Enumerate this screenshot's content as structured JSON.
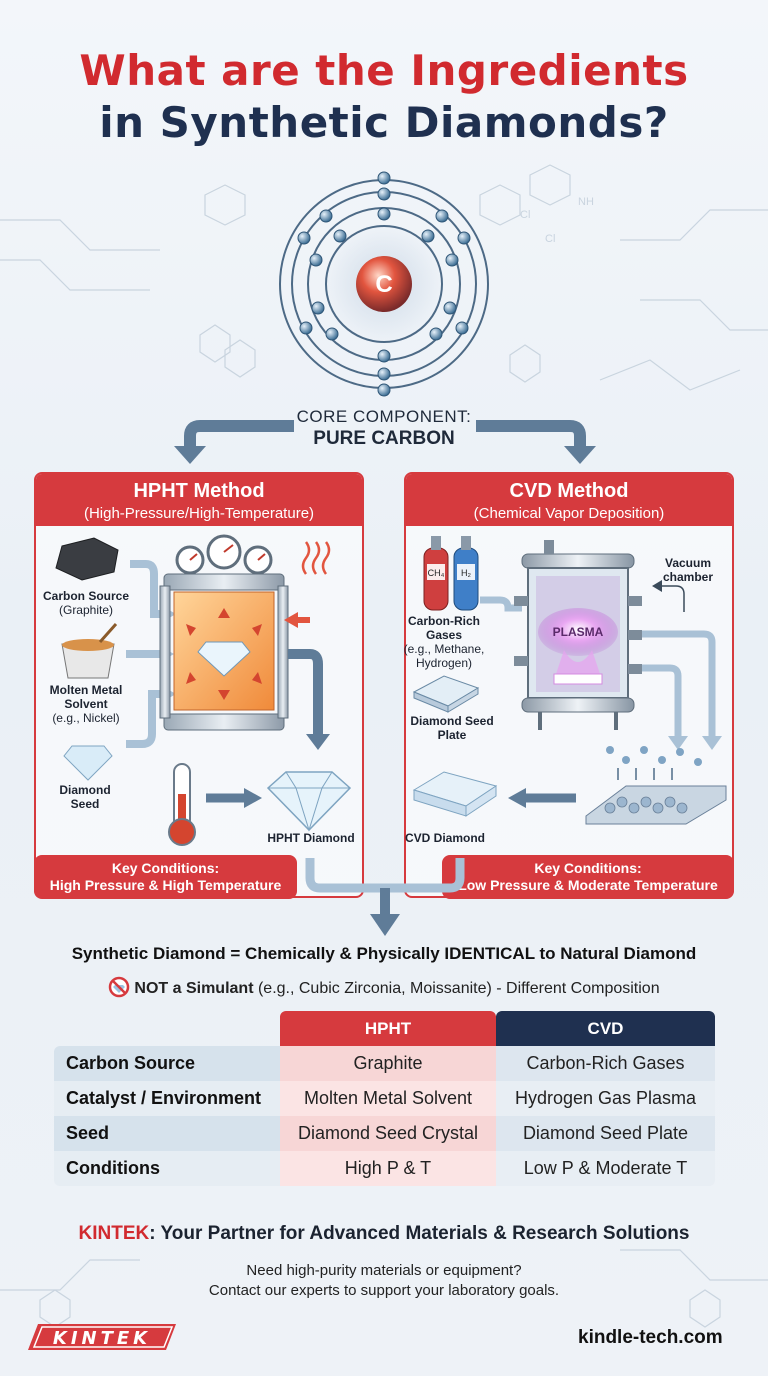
{
  "title": {
    "line1": "What are the Ingredients",
    "line2": "in Synthetic Diamonds?"
  },
  "atom": {
    "symbol": "C"
  },
  "core": {
    "line1": "CORE COMPONENT:",
    "line2": "PURE CARBON"
  },
  "hpht": {
    "title": "HPHT Method",
    "subtitle": "(High-Pressure/High-Temperature)",
    "carbon_source": "Carbon Source",
    "carbon_source_sub": "(Graphite)",
    "molten_metal": "Molten Metal",
    "solvent": "Solvent",
    "solvent_sub": "(e.g., Nickel)",
    "seed_1": "Diamond",
    "seed_2": "Seed",
    "product": "HPHT Diamond",
    "conditions_1": "Key Conditions:",
    "conditions_2": "High Pressure & High Temperature"
  },
  "cvd": {
    "title": "CVD Method",
    "subtitle": "(Chemical Vapor Deposition)",
    "gas_ch4": "CH₄",
    "gas_h2": "H₂",
    "gases": "Carbon-Rich Gases",
    "gases_sub_1": "(e.g., Methane,",
    "gases_sub_2": "Hydrogen)",
    "vacuum_1": "Vacuum",
    "vacuum_2": "chamber",
    "plasma": "PLASMA",
    "seed_plate_1": "Diamond Seed",
    "seed_plate_2": "Plate",
    "product": "CVD Diamond",
    "conditions_1": "Key Conditions:",
    "conditions_2": "Low Pressure & Moderate Temperature"
  },
  "statement": "Synthetic Diamond = Chemically & Physically IDENTICAL to Natural Diamond",
  "simulant": {
    "bold": "NOT a Simulant",
    "rest": " (e.g., Cubic Zirconia, Moissanite) - Different Composition"
  },
  "table": {
    "headers": [
      "HPHT",
      "CVD"
    ],
    "rows": [
      {
        "label": "Carbon Source",
        "hpht": "Graphite",
        "cvd": "Carbon-Rich Gases"
      },
      {
        "label": "Catalyst / Environment",
        "hpht": "Molten Metal Solvent",
        "cvd": "Hydrogen Gas Plasma"
      },
      {
        "label": "Seed",
        "hpht": "Diamond Seed Crystal",
        "cvd": "Diamond Seed Plate"
      },
      {
        "label": "Conditions",
        "hpht": "High P & T",
        "cvd": "Low P & Moderate T"
      }
    ]
  },
  "footer": {
    "brand": "KINTEK",
    "tagline": ": Your Partner for Advanced Materials & Research Solutions",
    "contact_1": "Need high-purity materials or equipment?",
    "contact_2": "Contact our experts to support your laboratory goals.",
    "logo": "KINTEK",
    "site": "kindle-tech.com"
  },
  "colors": {
    "red": "#d63a3e",
    "navy": "#1f3050",
    "steel": "#8fa6bd"
  }
}
